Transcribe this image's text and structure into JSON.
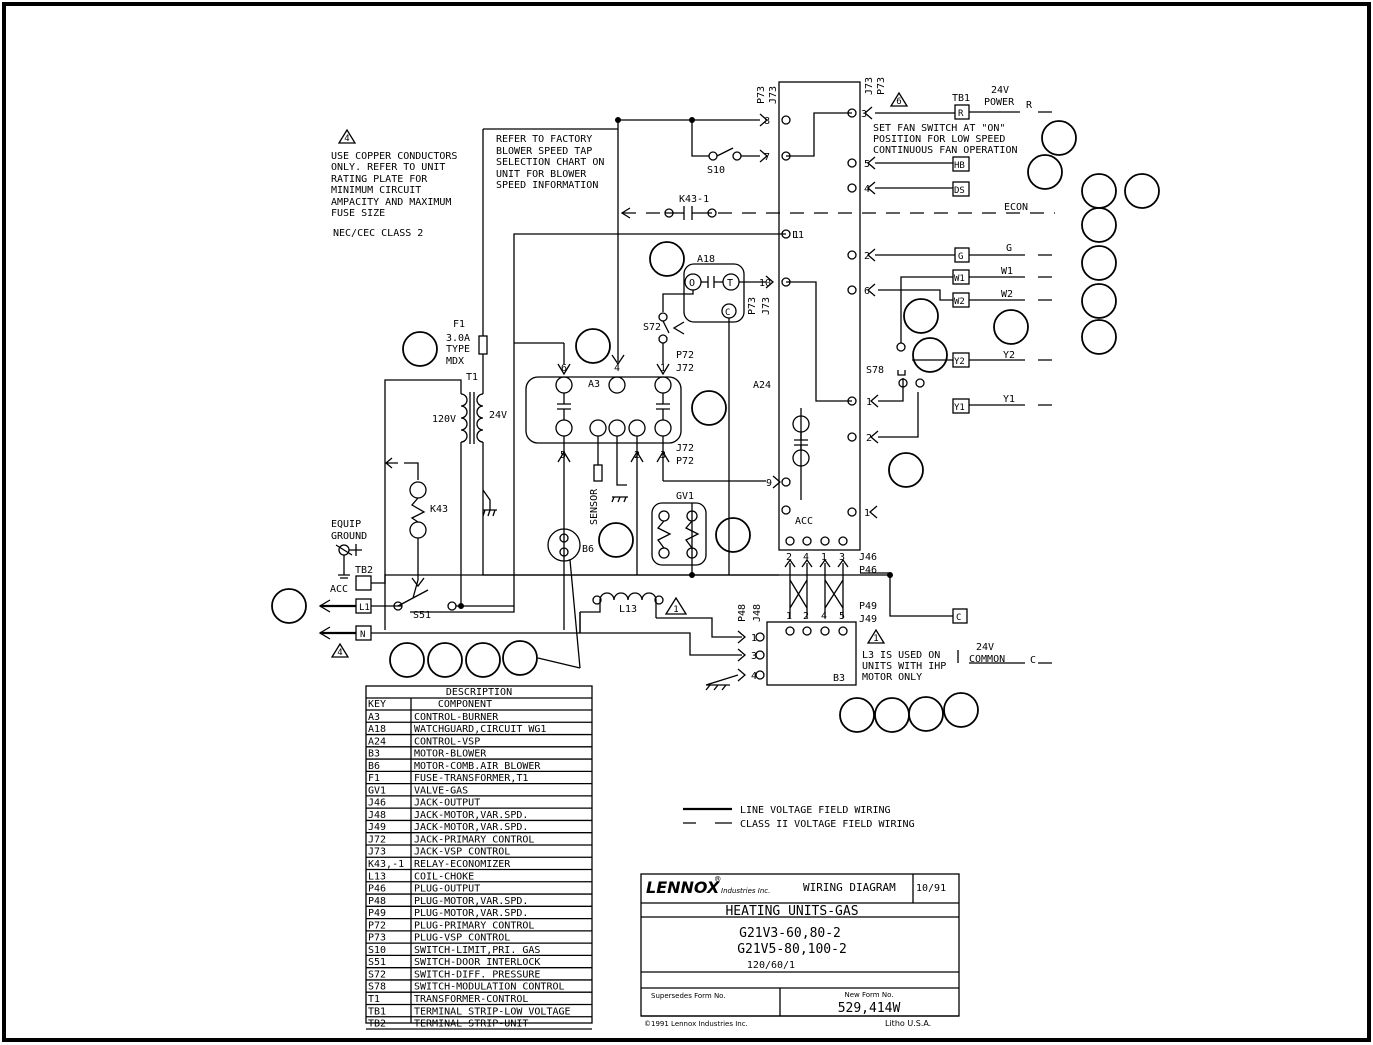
{
  "notes": {
    "copper": [
      "USE COPPER CONDUCTORS",
      "ONLY. REFER TO UNIT",
      "RATING PLATE FOR",
      "MINIMUM CIRCUIT",
      "AMPACITY AND MAXIMUM",
      "FUSE SIZE"
    ],
    "copper_flag": "4",
    "nec": "NEC/CEC CLASS 2",
    "blower": [
      "REFER TO FACTORY",
      "BLOWER SPEED TAP",
      "SELECTION CHART ON",
      "UNIT FOR BLOWER",
      "SPEED INFORMATION"
    ],
    "fan": [
      "SET FAN SWITCH AT \"ON\"",
      "POSITION FOR LOW SPEED",
      "CONTINUOUS FAN OPERATION"
    ],
    "fan_flag": "6",
    "l3": [
      "L3 IS USED ON",
      "UNITS WITH IHP",
      "MOTOR ONLY"
    ],
    "l3_flag": "1",
    "n_flag": "4"
  },
  "labels": {
    "p73_top": "P73",
    "j73_top": "J73",
    "j73_right": "J73",
    "p73_right": "P73",
    "tb1": "TB1",
    "power_24v": "24V",
    "power": "POWER",
    "r_out": "R",
    "s10": "S10",
    "k43_1": "K43-1",
    "econ": "ECON",
    "l1": "L1",
    "a18": "A18",
    "a18_o": "O",
    "a18_t": "T",
    "a18_c": "C",
    "p73_mid": "P73",
    "j73_mid": "J73",
    "a24": "A24",
    "s72": "S72",
    "f1": "F1",
    "f1_rating": "3.0A",
    "f1_type": "TYPE",
    "f1_mdx": "MDX",
    "t1": "T1",
    "v120": "120V",
    "v24": "24V",
    "p72_top": "P72",
    "j72_top": "J72",
    "a3": "A3",
    "j72_bot": "J72",
    "p72_bot": "P72",
    "sensor": "SENSOR",
    "gv1": "GV1",
    "k43": "K43",
    "equip": "EQUIP",
    "ground": "GROUND",
    "tb2": "TB2",
    "acc_left": "ACC",
    "s51": "S51",
    "l13": "L13",
    "b6": "B6",
    "acc_mid": "ACC",
    "j46": "J46",
    "p46": "P46",
    "p48": "P48",
    "j48": "J48",
    "p49": "P49",
    "j49": "J49",
    "b3": "B3",
    "common_24v": "24V",
    "common": "COMMON",
    "c_out": "C",
    "g_out": "G",
    "w1_out": "W1",
    "w2_out": "W2",
    "y2_out": "Y2",
    "y1_out": "Y1",
    "s78": "S78"
  },
  "pins": {
    "j73": [
      "3",
      "8",
      "7",
      "5",
      "4",
      "1",
      "2",
      "6",
      "10",
      "1",
      "2",
      "9",
      "1"
    ],
    "a3_top": [
      "6",
      "4",
      "1"
    ],
    "a3_bot": [
      "5",
      "2",
      "3"
    ],
    "j46": [
      "2",
      "4",
      "1",
      "3"
    ],
    "j49": [
      "1",
      "2",
      "4",
      "5"
    ],
    "b3": [
      "1",
      "3",
      "4"
    ]
  },
  "terminals": {
    "tb1": [
      "R",
      "HB",
      "DS",
      "G",
      "W1",
      "W2",
      "Y2",
      "Y1",
      "C"
    ],
    "tb2": [
      "L1",
      "N"
    ]
  },
  "legend": {
    "line": "LINE VOLTAGE FIELD WIRING",
    "class2": "CLASS II VOLTAGE FIELD WIRING"
  },
  "key_table": {
    "title": "DESCRIPTION",
    "headers": [
      "KEY",
      "COMPONENT"
    ],
    "rows": [
      [
        "A3",
        "CONTROL-BURNER"
      ],
      [
        "A18",
        "WATCHGUARD,CIRCUIT WG1"
      ],
      [
        "A24",
        "CONTROL-VSP"
      ],
      [
        "B3",
        "MOTOR-BLOWER"
      ],
      [
        "B6",
        "MOTOR-COMB.AIR BLOWER"
      ],
      [
        "F1",
        "FUSE-TRANSFORMER,T1"
      ],
      [
        "GV1",
        "VALVE-GAS"
      ],
      [
        "J46",
        "JACK-OUTPUT"
      ],
      [
        "J48",
        "JACK-MOTOR,VAR.SPD."
      ],
      [
        "J49",
        "JACK-MOTOR,VAR.SPD."
      ],
      [
        "J72",
        "JACK-PRIMARY CONTROL"
      ],
      [
        "J73",
        "JACK-VSP CONTROL"
      ],
      [
        "K43,-1",
        "RELAY-ECONOMIZER"
      ],
      [
        "L13",
        "COIL-CHOKE"
      ],
      [
        "P46",
        "PLUG-OUTPUT"
      ],
      [
        "P48",
        "PLUG-MOTOR,VAR.SPD."
      ],
      [
        "P49",
        "PLUG-MOTOR,VAR.SPD."
      ],
      [
        "P72",
        "PLUG-PRIMARY CONTROL"
      ],
      [
        "P73",
        "PLUG-VSP CONTROL"
      ],
      [
        "S10",
        "SWITCH-LIMIT,PRI. GAS"
      ],
      [
        "S51",
        "SWITCH-DOOR INTERLOCK"
      ],
      [
        "S72",
        "SWITCH-DIFF. PRESSURE"
      ],
      [
        "S78",
        "SWITCH-MODULATION CONTROL"
      ],
      [
        "T1",
        "TRANSFORMER-CONTROL"
      ],
      [
        "TB1",
        "TERMINAL STRIP-LOW VOLTAGE"
      ],
      [
        "TB2",
        "TERMINAL STRIP-UNIT"
      ]
    ]
  },
  "title_block": {
    "brand": "LENNOX",
    "reg": "®",
    "industries": "Industries Inc.",
    "doc_type": "WIRING DIAGRAM",
    "date": "10/91",
    "heading": "HEATING UNITS-GAS",
    "model1": "G21V3-60,80-2",
    "model2": "G21V5-80,100-2",
    "voltage": "120/60/1",
    "supersedes": "Supersedes Form No.",
    "new_form": "New Form No.",
    "form_no": "529,414W",
    "copyright": "©1991 Lennox Industries Inc.",
    "litho": "Litho U.S.A."
  }
}
